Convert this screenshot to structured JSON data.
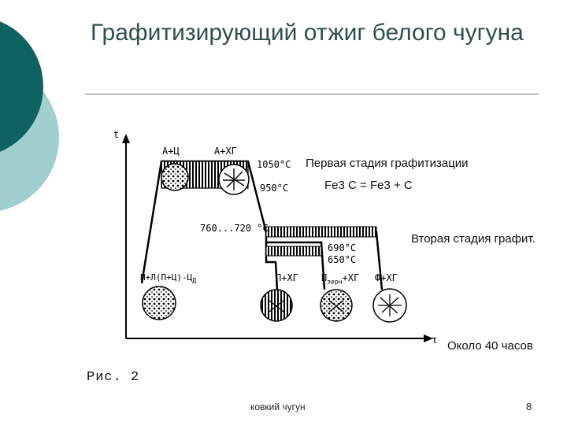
{
  "slide": {
    "title": "Графитизирующий отжиг белого чугуна",
    "caption": "Рис. 2",
    "footer": "ковкий чугун",
    "page_number": "8"
  },
  "diagram": {
    "axis_y_label": "t",
    "axis_x_label": "τ",
    "temp_1050": "1050°C",
    "temp_950": "950°C",
    "temp_760": "760...720 °C",
    "temp_690": "690°C",
    "temp_650": "650°C",
    "phase_top_left": "А+Ц",
    "phase_top_right": "А+ХГ",
    "phase_start": "П+Л(П+Ц)-Ц",
    "phase_start_sub": "Д",
    "phase_p_hg": "П+ХГ",
    "phase_pzern": "П",
    "phase_pzern_sub": "зерн",
    "phase_pzern_tail": "+ХГ",
    "phase_f_hg": "Ф+ХГ",
    "stage1_label": "Первая стадия графитизации",
    "reaction": "Fe3 C = Fe3 + C",
    "stage2_label": "Вторая стадия графит.",
    "duration_label": "Около 40 часов"
  }
}
